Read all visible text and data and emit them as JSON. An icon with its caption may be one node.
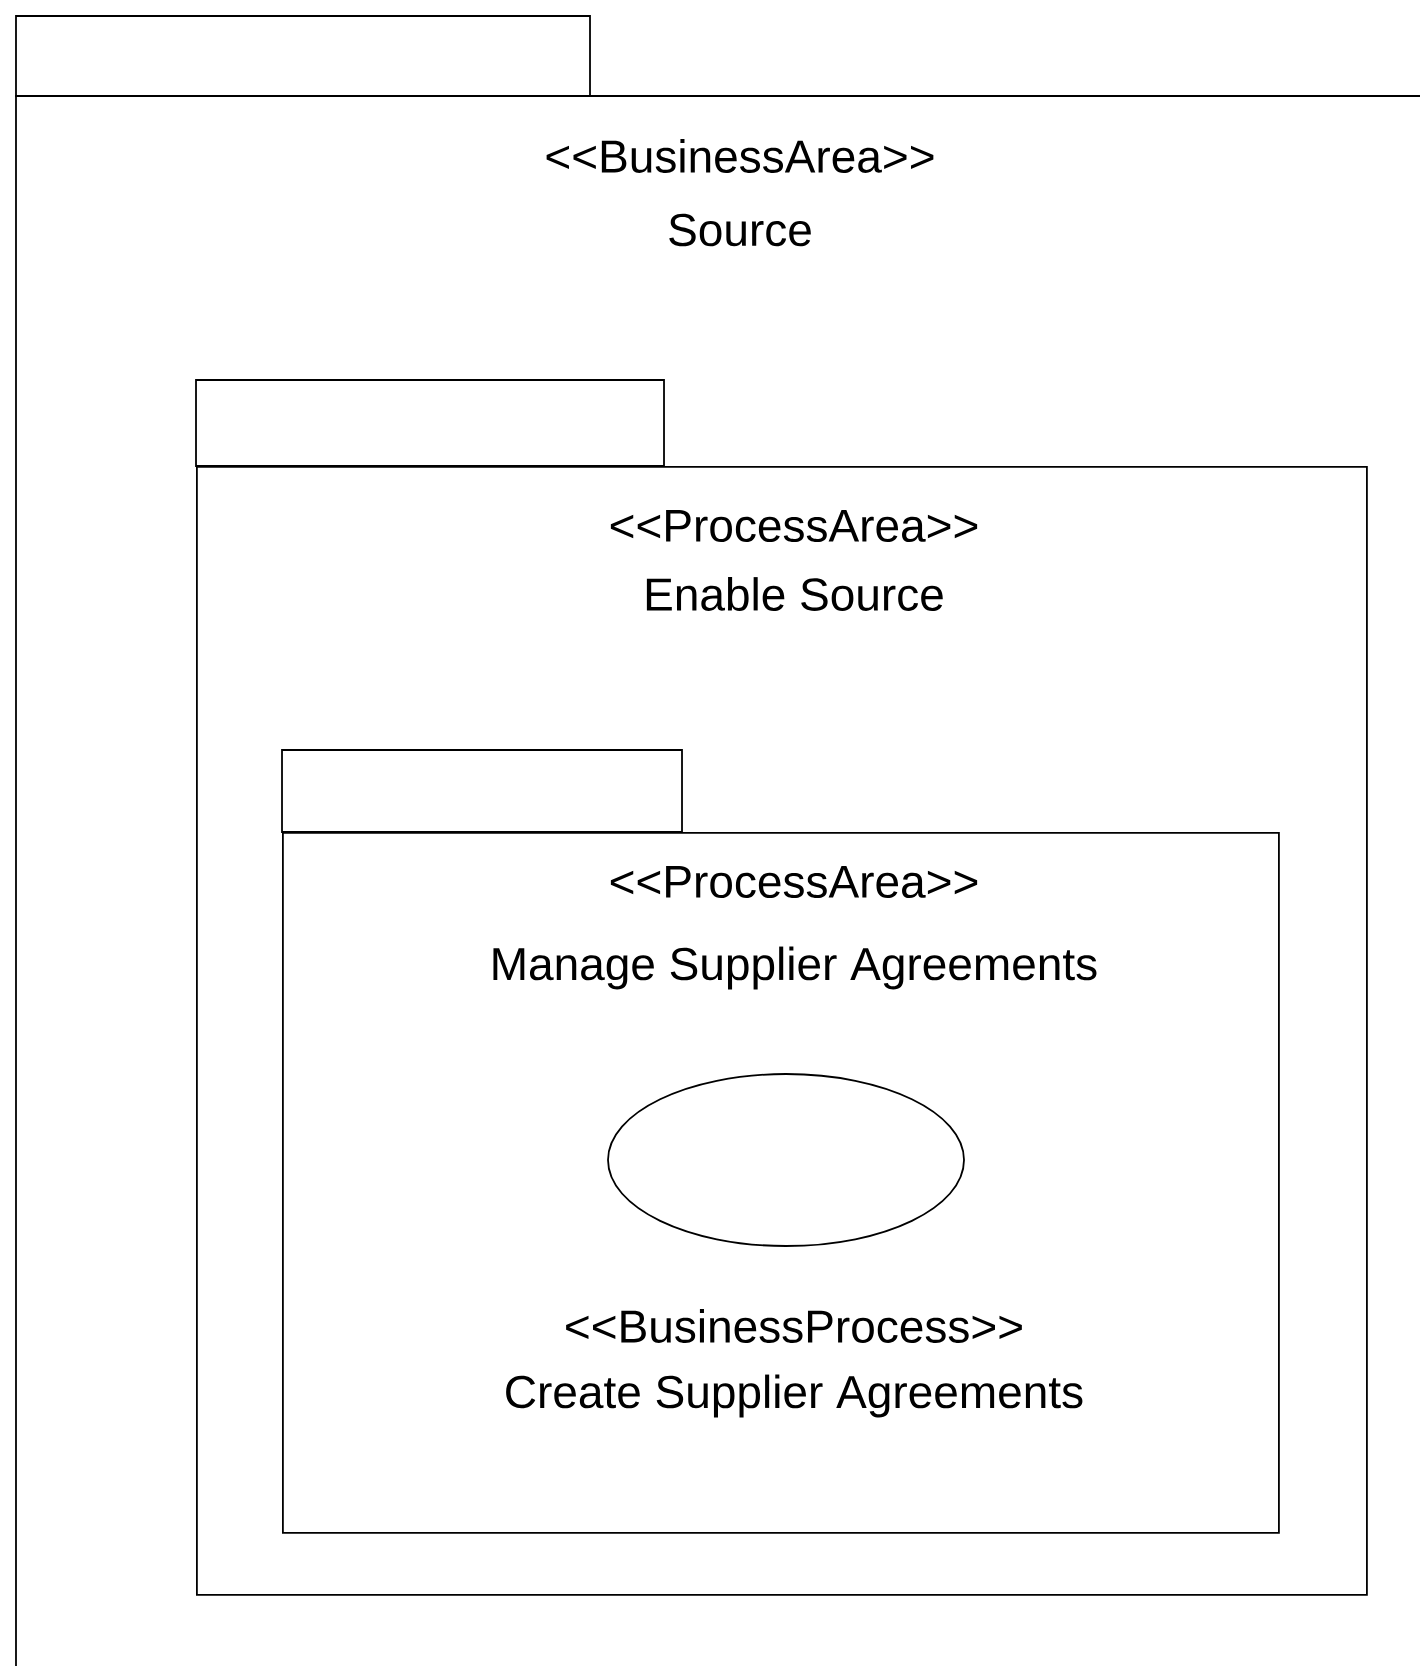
{
  "diagram": {
    "nodes": [
      {
        "text": [
          "<<BusinessArea>>",
          "Source"
        ]
      },
      {
        "text": [
          "<<ProcessArea>>",
          "Enable Source"
        ],
        "in": 0
      },
      {
        "text": [
          "<<ProcessArea>>",
          "Manage Supplier Agreements"
        ],
        "in": 1
      },
      {
        "text": [
          "<<BusinessProcess>>",
          "Create Supplier Agreements"
        ],
        "in": 2
      }
    ]
  }
}
